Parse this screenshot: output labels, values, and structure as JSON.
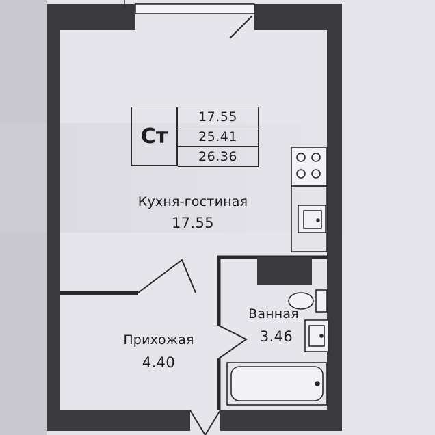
{
  "apartment": {
    "type_label": "Ст",
    "areas": [
      "17.55",
      "25.41",
      "26.36"
    ]
  },
  "rooms": [
    {
      "name": "Кухня-гостиная",
      "area": "17.55"
    },
    {
      "name": "Ванная",
      "area": "3.46"
    },
    {
      "name": "Прихожая",
      "area": "4.40"
    }
  ],
  "colors": {
    "paper": "#e9e8ee",
    "wall": "#3a3a3e",
    "line": "#2a2a2e",
    "fixture_fill": "#f2f2f4"
  }
}
